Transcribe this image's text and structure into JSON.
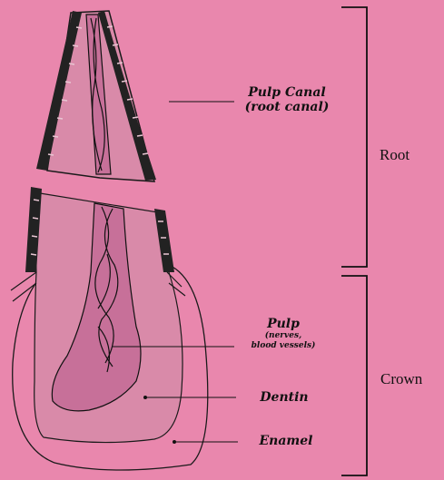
{
  "labels": {
    "pulp_canal": "Pulp Canal",
    "root_canal": "(root canal)",
    "pulp": "Pulp",
    "nerves": "(nerves,",
    "blood_vessels": "blood vessels)",
    "dentin": "Dentin",
    "enamel": "Enamel",
    "root": "Root",
    "crown": "Crown"
  },
  "colors": {
    "background": "#e987ad",
    "tooth_fill": "#d98aa9",
    "pulp_fill": "#c77099",
    "outline": "#1a1a1a"
  }
}
